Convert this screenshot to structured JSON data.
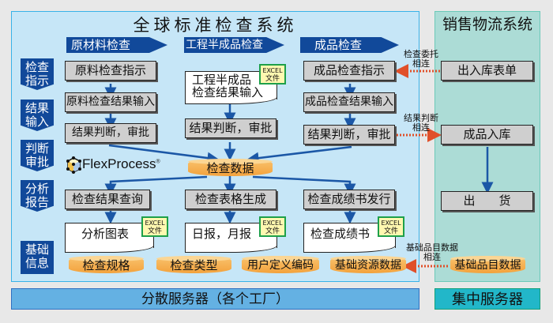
{
  "main_system": {
    "title": "全球标准检查系统",
    "phases": [
      "原材料检查",
      "工程半成品检查",
      "成品检查"
    ],
    "stages": [
      "检查\n指示",
      "结果\n输入",
      "判断\n审批",
      "分析\n报告",
      "基础\n信息"
    ],
    "stage_lines": [
      [
        "检查",
        "指示"
      ],
      [
        "结果",
        "输入"
      ],
      [
        "判断",
        "审批"
      ],
      [
        "分析",
        "报告"
      ],
      [
        "基础",
        "信息"
      ]
    ],
    "col1": {
      "instruction": "原料检查指示",
      "result_input": "原料检查结果输入",
      "judgement": "结果判断，审批",
      "query": "检查结果查询",
      "report_doc": "分析图表"
    },
    "col2": {
      "result_input_doc_line1": "工程半成品",
      "result_input_doc_line2": "检查结果输入",
      "judgement": "结果判断，审批",
      "table_gen": "检查表格生成",
      "report_doc": "日报，月报"
    },
    "col3": {
      "instruction": "成品检查指示",
      "result_input": "成品检查结果输入",
      "judgement": "结果判断，审批",
      "cert_issue": "检查成绩书发行",
      "report_doc": "检查成绩书"
    },
    "excel_badge": {
      "line1": "EXCEL",
      "line2": "文件"
    },
    "central_db": "检查数据",
    "logo": {
      "name": "FlexProcess",
      "mark": "®"
    },
    "master_dbs": [
      "检查规格",
      "检查类型",
      "用户定义编码",
      "基础资源数据"
    ]
  },
  "sales_system": {
    "title": "销售物流系统",
    "boxes": [
      "出入库表单",
      "成品入库",
      "出　　货"
    ],
    "db": "基础品目数据"
  },
  "links": [
    {
      "line1": "检查委托",
      "line2": "相连"
    },
    {
      "line1": "结果判断",
      "line2": "相连"
    },
    {
      "line1": "基础品目数据",
      "line2": "相连"
    }
  ],
  "servers": {
    "distributed": "分散服务器（各个工厂）",
    "central": "集中服务器"
  },
  "colors": {
    "main_bg": "#c6e6f7",
    "sales_bg": "#acdcd6",
    "phase_blue": "#11499a",
    "arrow_blue": "#1b57a6",
    "link_red": "#e0502a",
    "db_orange": "#f3a23c",
    "excel_green": "#1ea04a",
    "server_blue": "#64b1e3",
    "server_teal": "#22b7c9"
  }
}
